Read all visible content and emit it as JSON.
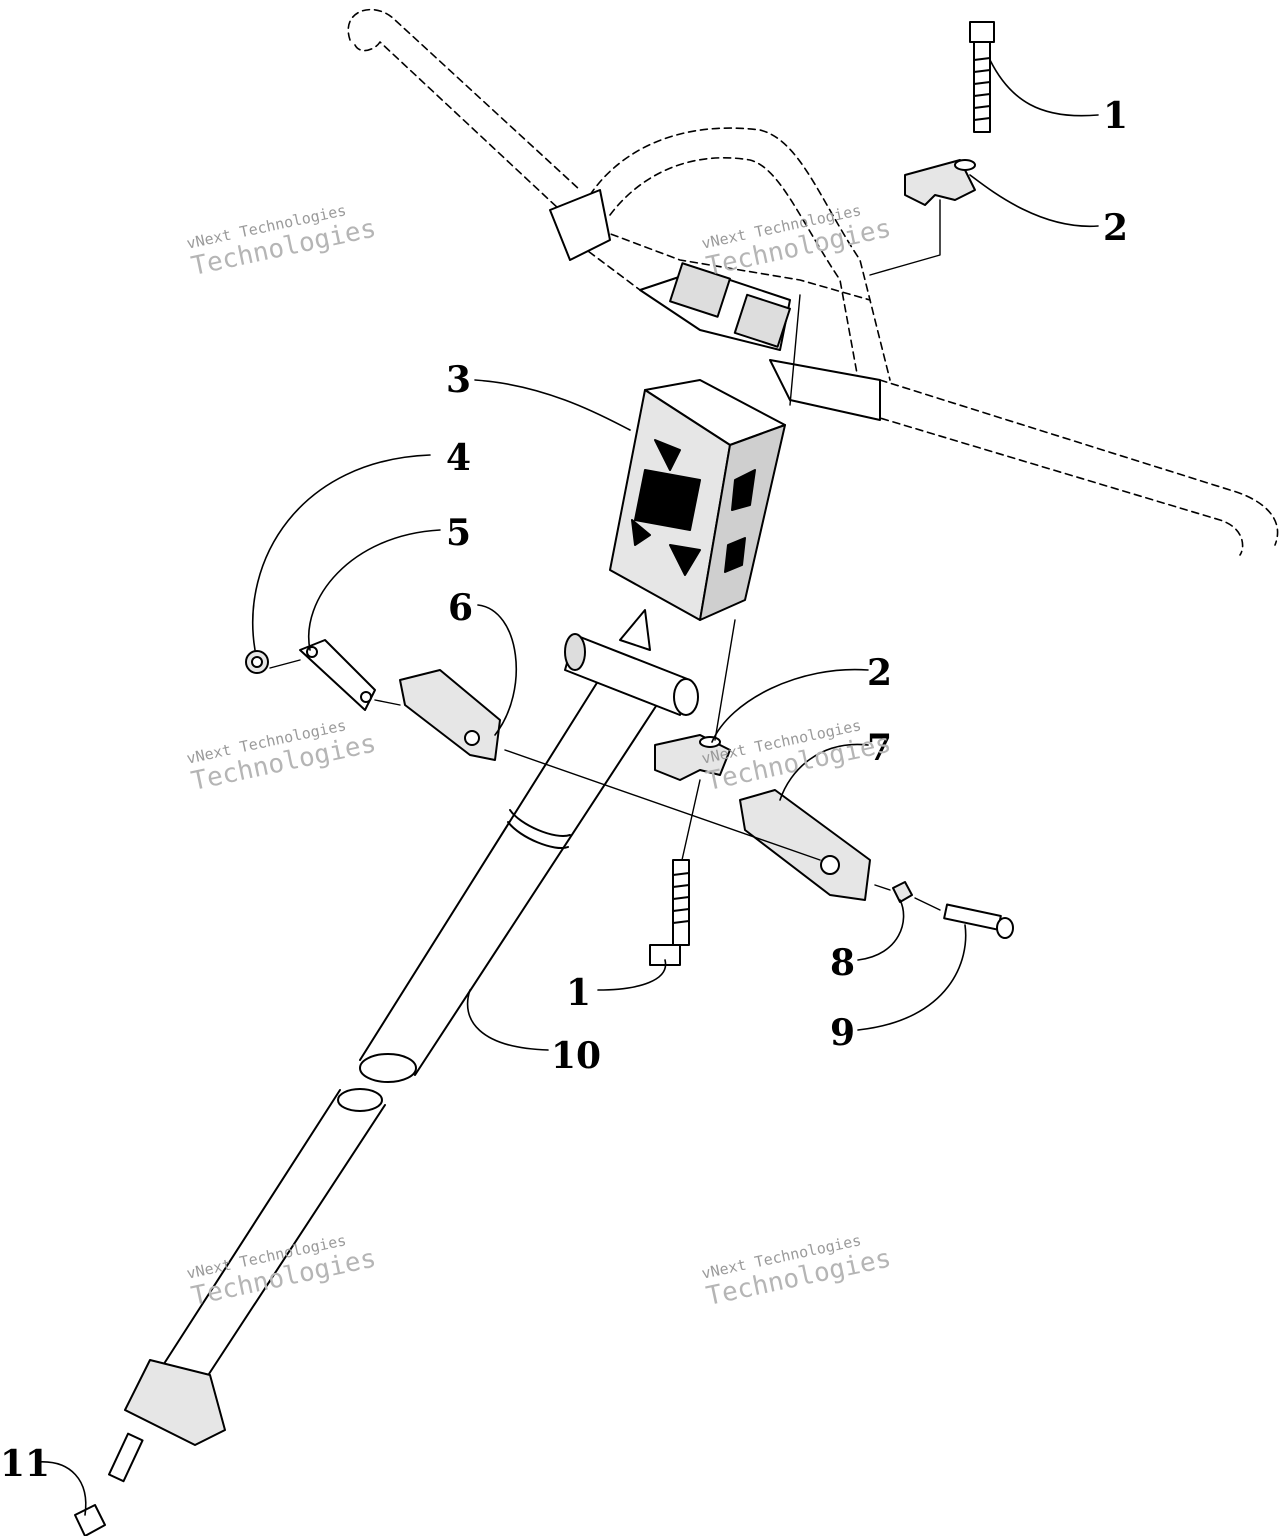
{
  "diagram": {
    "callouts": [
      {
        "id": "c1-top",
        "label": "1"
      },
      {
        "id": "c2-top",
        "label": "2"
      },
      {
        "id": "c3",
        "label": "3"
      },
      {
        "id": "c4",
        "label": "4"
      },
      {
        "id": "c5",
        "label": "5"
      },
      {
        "id": "c6",
        "label": "6"
      },
      {
        "id": "c2-mid",
        "label": "2"
      },
      {
        "id": "c7",
        "label": "7"
      },
      {
        "id": "c8",
        "label": "8"
      },
      {
        "id": "c1-mid",
        "label": "1"
      },
      {
        "id": "c9",
        "label": "9"
      },
      {
        "id": "c10",
        "label": "10"
      },
      {
        "id": "c11",
        "label": "11"
      }
    ]
  },
  "watermark": {
    "line1": "vNext Technologies",
    "line2": "Technologies",
    "overlay": "vNext"
  },
  "colors": {
    "ink": "#000000",
    "part_fill": "#e6e6e6",
    "part_dark": "#8c8c8c",
    "watermark": "#9a9a9a"
  }
}
